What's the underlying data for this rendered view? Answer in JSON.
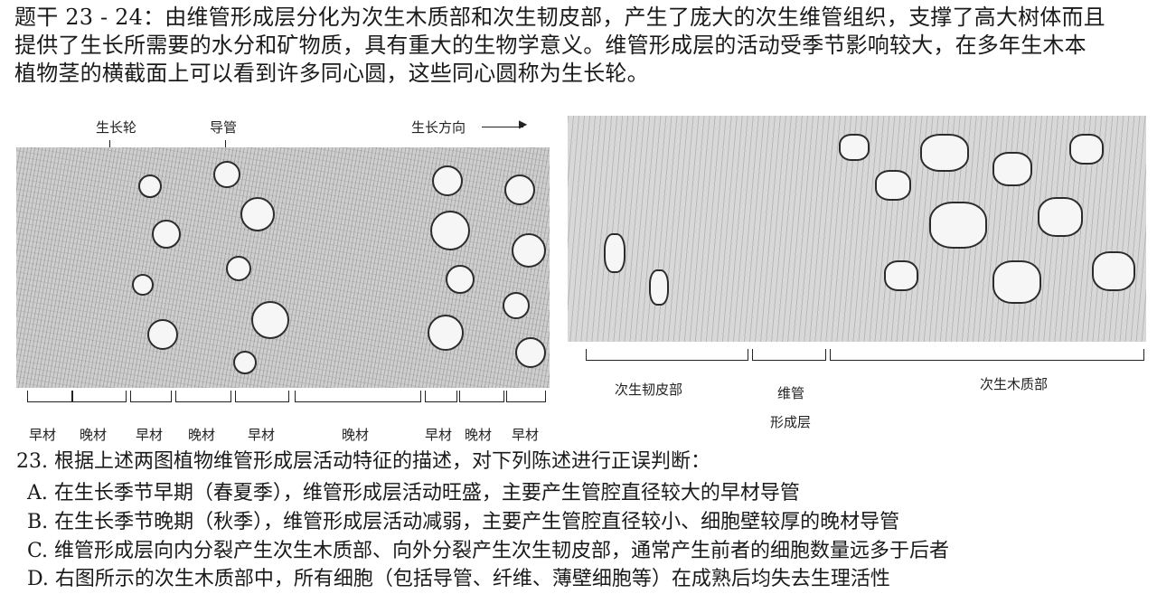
{
  "intro": {
    "line1": "题干 23 - 24：由维管形成层分化为次生木质部和次生韧皮部，产生了庞大的次生维管组织，支撑了高大树体而且",
    "line2": "提供了生长所需要的水分和矿物质，具有重大的生物学意义。维管形成层的活动受季节影响较大，在多年生木本",
    "line3": "植物茎的横截面上可以看到许多同心圆，这些同心圆称为生长轮。"
  },
  "figure_left": {
    "label_growth_ring": "生长轮",
    "label_vessel": "导管",
    "label_growth_direction": "生长方向",
    "bottom_labels": [
      "早材",
      "晚材",
      "早材",
      "晚材",
      "早材",
      "晚材",
      "早材",
      "晚材",
      "早材"
    ]
  },
  "figure_right": {
    "label_phloem": "次生韧皮部",
    "label_cambium_line1": "维管",
    "label_cambium_line2": "形成层",
    "label_xylem": "次生木质部"
  },
  "question": {
    "stem": "23. 根据上述两图植物维管形成层活动特征的描述，对下列陈述进行正误判断：",
    "options": [
      "A. 在生长季节早期（春夏季），维管形成层活动旺盛，主要产生管腔直径较大的早材导管",
      "B. 在生长季节晚期（秋季），维管形成层活动减弱，主要产生管腔直径较小、细胞壁较厚的晚材导管",
      "C. 维管形成层向内分裂产生次生木质部、向外分裂产生次生韧皮部，通常产生前者的细胞数量远多于后者",
      "D. 右图所示的次生木质部中，所有细胞（包括导管、纤维、薄壁细胞等）在成熟后均失去生理活性"
    ]
  }
}
